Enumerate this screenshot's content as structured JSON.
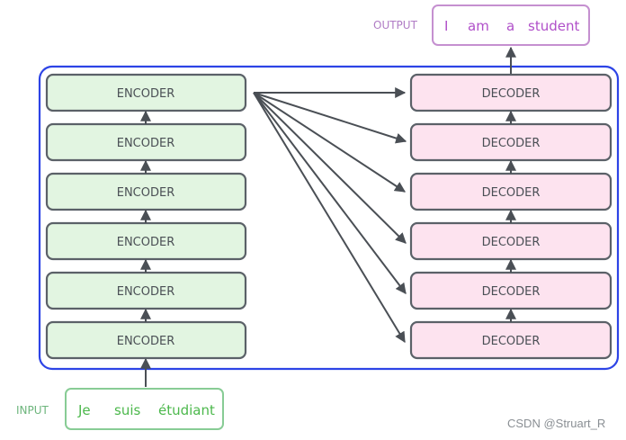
{
  "output": {
    "label": "OUTPUT",
    "words": [
      "I",
      "am",
      "a",
      "student"
    ]
  },
  "input": {
    "label": "INPUT",
    "words": [
      "Je",
      "suis",
      "étudiant"
    ]
  },
  "encoders": [
    "ENCODER",
    "ENCODER",
    "ENCODER",
    "ENCODER",
    "ENCODER",
    "ENCODER"
  ],
  "decoders": [
    "DECODER",
    "DECODER",
    "DECODER",
    "DECODER",
    "DECODER",
    "DECODER"
  ],
  "watermark": "CSDN @Struart_R",
  "colors": {
    "container_border": "#2d44e6",
    "encoder_fill": "#e2f5e1",
    "decoder_fill": "#fde3ef",
    "box_border": "#5b6168",
    "arrow": "#4a4f55",
    "output_color": "#b04fc9",
    "output_border": "#c590d0",
    "output_label": "#b07cc5",
    "input_color": "#4cb84c",
    "input_border": "#88cc95",
    "input_label": "#6db57c"
  }
}
